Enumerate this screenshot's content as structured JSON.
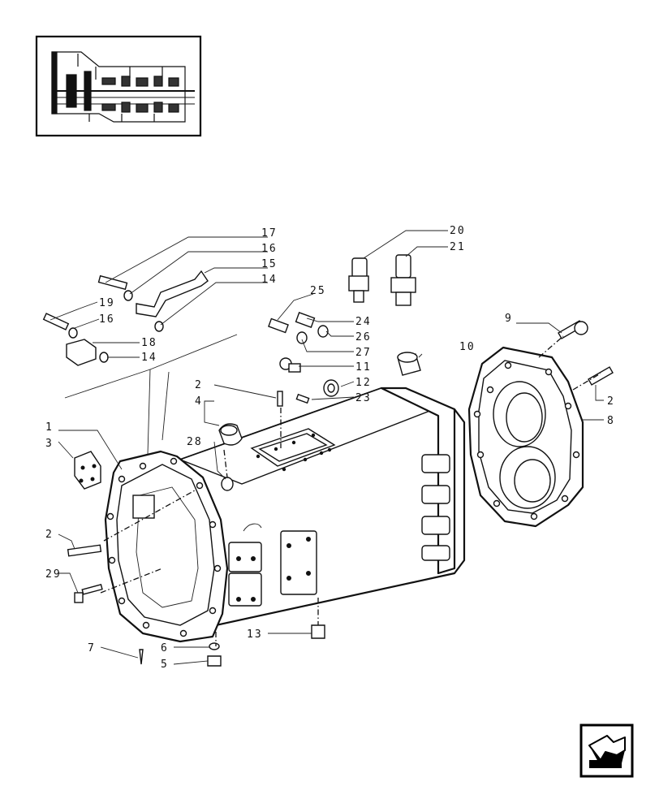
{
  "callouts": {
    "c1": "1",
    "c2a": "2",
    "c2b": "2",
    "c2c": "2",
    "c3": "3",
    "c4": "4",
    "c5": "5",
    "c6": "6",
    "c7": "7",
    "c8": "8",
    "c9": "9",
    "c10": "10",
    "c11": "11",
    "c12": "12",
    "c13": "13",
    "c14a": "14",
    "c14b": "14",
    "c15": "15",
    "c16a": "16",
    "c16b": "16",
    "c17": "17",
    "c18": "18",
    "c19": "19",
    "c20": "20",
    "c21": "21",
    "c23": "23",
    "c24": "24",
    "c25": "25",
    "c26": "26",
    "c27": "27",
    "c28": "28",
    "c29": "29"
  },
  "icons": {
    "location_inset": "transmission-section-thumbnail",
    "nav_button": "arrow-back-icon"
  }
}
